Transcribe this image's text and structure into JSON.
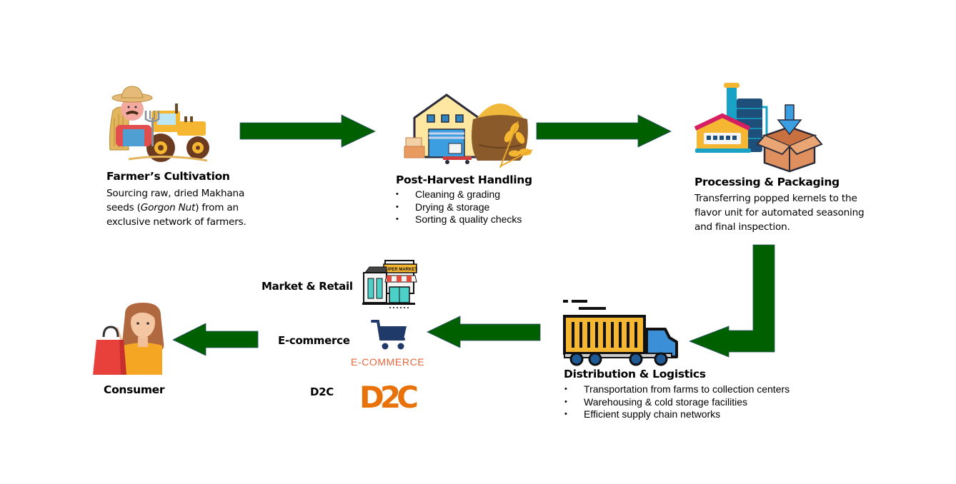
{
  "diagram": {
    "title": "Makhana Supply Chain",
    "colors": {
      "arrow_fill": "#006000",
      "arrow_stroke": "#2f4f6f",
      "ecommerce_text": "#e8663c",
      "d2c_logo": "#e8710a",
      "cart": "#1f3a68"
    },
    "stages": [
      {
        "id": "farmer",
        "icon": "farmer-tractor-icon",
        "title": "Farmer’s Cultivation",
        "desc_parts": [
          "Sourcing raw, dried Makhana seeds (",
          "Gorgon Nut",
          ") from an exclusive network of farmers."
        ]
      },
      {
        "id": "post_harvest",
        "icon": "warehouse-grain-sack-icon",
        "title": "Post-Harvest Handling",
        "bullets": [
          "Cleaning & grading",
          "Drying & storage",
          "Sorting & quality checks"
        ]
      },
      {
        "id": "processing",
        "icon": "factory-packaging-icon",
        "title": "Processing & Packaging",
        "desc": "Transferring popped kernels to the flavor unit for automated seasoning and final inspection."
      },
      {
        "id": "distribution",
        "icon": "container-truck-icon",
        "title": "Distribution & Logistics",
        "bullets": [
          "Transportation from farms to collection centers",
          "Warehousing & cold storage facilities",
          "Efficient supply chain networks"
        ]
      },
      {
        "id": "channels",
        "items": [
          {
            "label": "Market & Retail",
            "icon": "supermarket-icon",
            "icon_text": "SUPER MARKET"
          },
          {
            "label": "E-commerce",
            "icon": "shopping-cart-icon",
            "icon_text": "E-COMMERCE"
          },
          {
            "label": "D2C",
            "icon": "d2c-logo-icon",
            "icon_text": "D2C"
          }
        ]
      },
      {
        "id": "consumer",
        "icon": "shopper-woman-icon",
        "title": "Consumer"
      }
    ],
    "flow": [
      {
        "from": "farmer",
        "to": "post_harvest",
        "direction": "right"
      },
      {
        "from": "post_harvest",
        "to": "processing",
        "direction": "right"
      },
      {
        "from": "processing",
        "to": "distribution",
        "direction": "down-left"
      },
      {
        "from": "distribution",
        "to": "channels",
        "direction": "left"
      },
      {
        "from": "channels",
        "to": "consumer",
        "direction": "left"
      }
    ]
  }
}
